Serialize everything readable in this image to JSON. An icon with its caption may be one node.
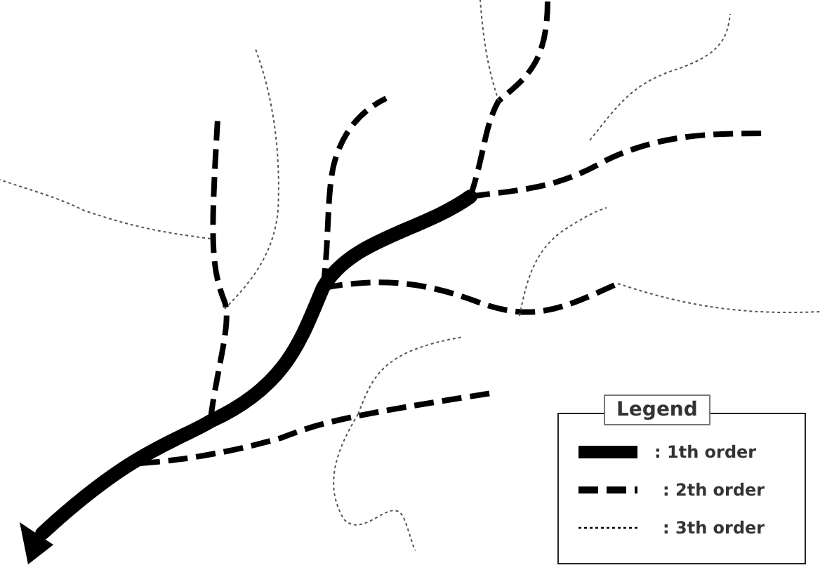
{
  "diagram": {
    "labels": [
      "Legend"
    ],
    "legend": [
      {
        "text": ": 1th order"
      },
      {
        "text": ": 2th order"
      },
      {
        "text": ": 3th order"
      }
    ]
  }
}
